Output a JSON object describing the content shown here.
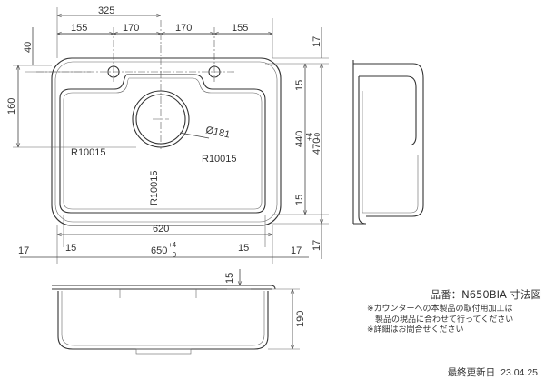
{
  "drawing": {
    "top_dims": {
      "overall_half": "325",
      "d155_left": "155",
      "d170_left": "170",
      "d170_right": "170",
      "d155_right": "155"
    },
    "left_dims": {
      "d40": "40",
      "d160": "160"
    },
    "right_dims": {
      "d17_top": "17",
      "d15_top": "15",
      "d440": "440",
      "d470": "470",
      "d470_tol": "+4",
      "d470_tol2": "−0",
      "d15_bottom": "15",
      "d17_bottom": "17"
    },
    "labels": {
      "hole_dia": "Ø181",
      "radius_left": "R10015",
      "radius_vertical": "R10015",
      "radius_right": "R10015"
    },
    "bottom_dims": {
      "d620": "620",
      "d17_left": "17",
      "d15_left": "15",
      "d650": "650",
      "d650_tol": "+4",
      "d650_tol2": "−0",
      "d15_right": "15",
      "d17_right": "17"
    },
    "section_dims": {
      "d15": "15",
      "d190": "190"
    }
  },
  "notes": {
    "title": "品番：N650BIA 寸法図",
    "lines": [
      "※カウンターへの本製品の取付用加工は",
      "　製品の現品に合わせて行ってください",
      "※詳細はお問合せください"
    ]
  },
  "footer": {
    "label": "最終更新日",
    "date": "23.04.25"
  }
}
